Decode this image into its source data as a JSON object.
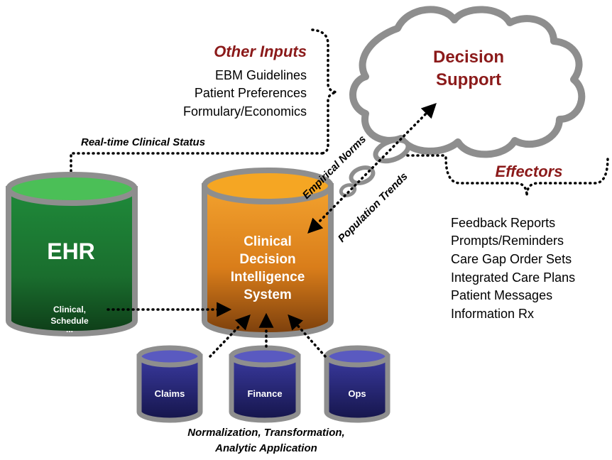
{
  "decision_support": {
    "line1": "Decision",
    "line2": "Support"
  },
  "other_inputs": {
    "heading": "Other Inputs",
    "items": [
      "EBM Guidelines",
      "Patient Preferences",
      "Formulary/Economics"
    ]
  },
  "realtime_label": "Real-time Clinical Status",
  "empirical_label": "Empirical Norms",
  "population_label": "Population Trends",
  "effectors": {
    "heading": "Effectors",
    "items": [
      "Feedback Reports",
      "Prompts/Reminders",
      "Care Gap Order Sets",
      "Integrated Care Plans",
      "Patient Messages",
      "Information Rx"
    ]
  },
  "ehr": {
    "title": "EHR",
    "sub1": "Clinical,",
    "sub2": "Schedule",
    "sub3": "..."
  },
  "cdis": {
    "line1": "Clinical",
    "line2": "Decision",
    "line3": "Intelligence",
    "line4": "System"
  },
  "sources": {
    "claims": "Claims",
    "finance": "Finance",
    "ops": "Ops"
  },
  "bottom_caption": {
    "line1": "Normalization, Transformation,",
    "line2": "Analytic Application"
  },
  "colors": {
    "dark_red": "#8b1a1a",
    "ehr_green": "#1e7a34",
    "ehr_top": "#4bbf57",
    "cdis_orange": "#e8901e",
    "cdis_top": "#f5a623",
    "source_blue": "#2a2a7a",
    "source_top": "#5a5ac0",
    "rim_gray": "#8e8e8e"
  }
}
